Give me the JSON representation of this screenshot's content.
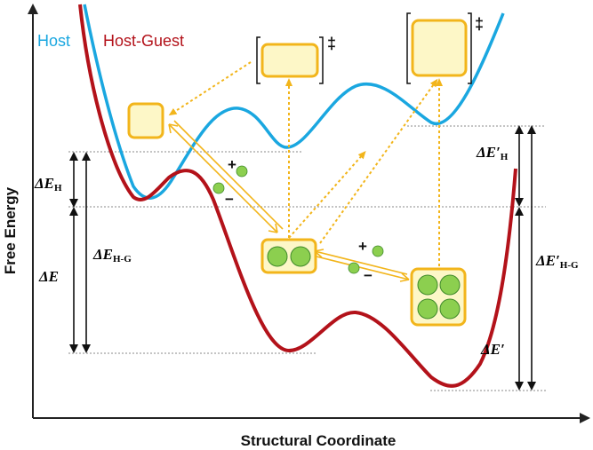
{
  "legend": {
    "host": "Host",
    "host_guest": "Host-Guest"
  },
  "axes": {
    "x_label": "Structural Coordinate",
    "y_label": "Free Energy"
  },
  "labels": {
    "delta_e_h_main": "ΔE",
    "delta_e_h_sub": "H",
    "delta_e_hg_main": "ΔE",
    "delta_e_hg_sub": "H-G",
    "delta_e": "ΔE",
    "delta_e_prime_h_main": "ΔE′",
    "delta_e_prime_h_sub": "H",
    "delta_e_prime_hg_main": "ΔE′",
    "delta_e_prime_hg_sub": "H-G",
    "delta_e_prime": "ΔE′"
  },
  "symbols": {
    "dagger": "‡",
    "plus": "+",
    "minus": "−"
  },
  "colors": {
    "host": "#1aa7e0",
    "host_guest": "#b3121a",
    "box_fill": "#fdf7c7",
    "box_stroke": "#f2b51b",
    "guest_fill": "#8ccf4f",
    "guest_stroke": "#3f8a2a",
    "arrow": "#f2b51b",
    "axis": "#222222"
  }
}
